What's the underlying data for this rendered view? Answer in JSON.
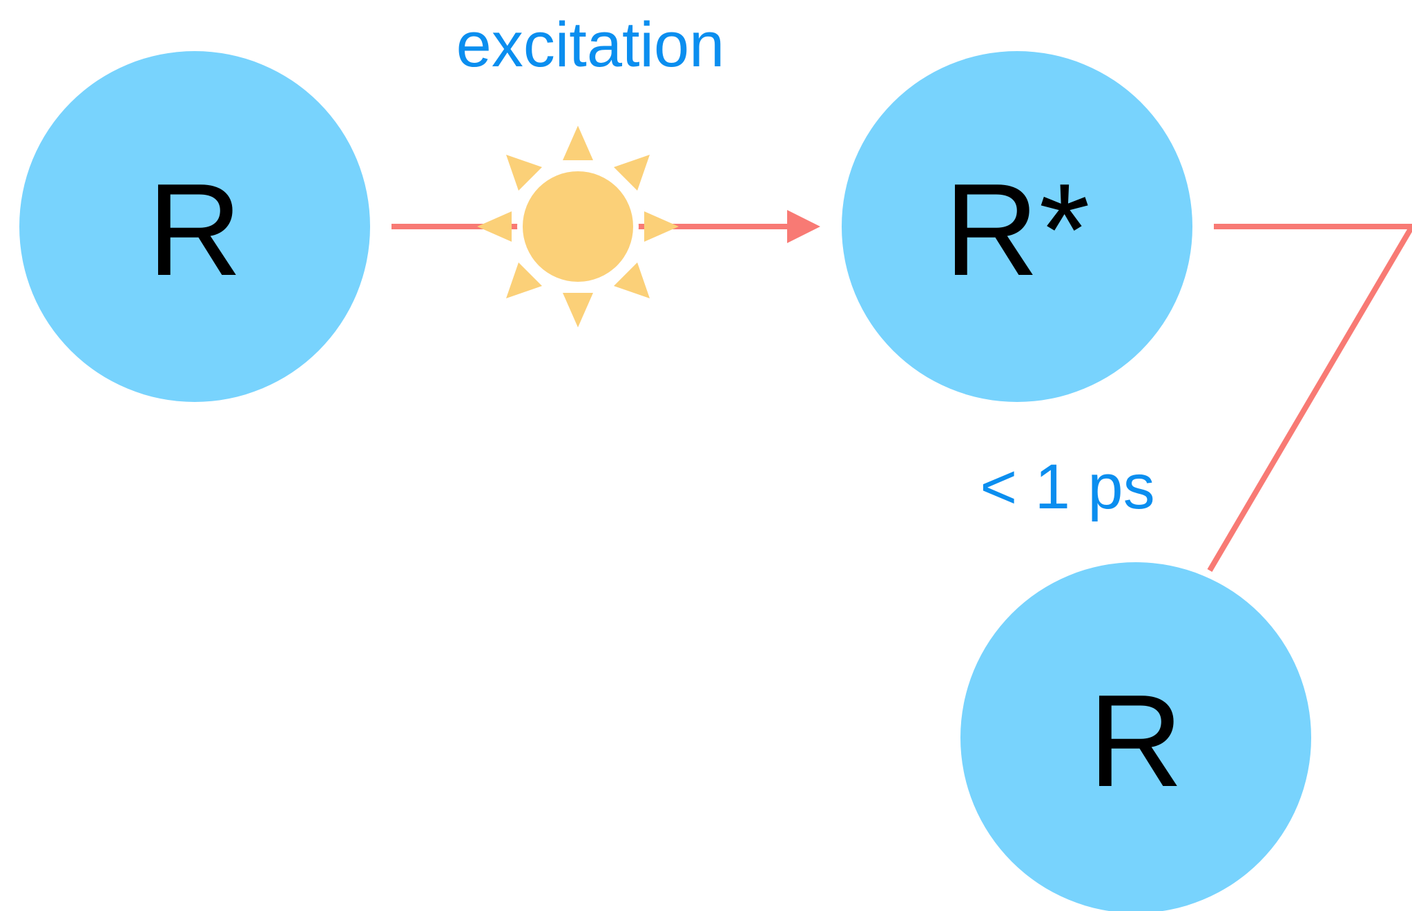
{
  "colors": {
    "node_fill": "#78d3fd",
    "arrow": "#f87a74",
    "label": "#0b8eef",
    "sun": "#fbd078",
    "text": "#000000"
  },
  "nodes": {
    "ground_initial": {
      "label": "R"
    },
    "excited": {
      "label": "R*"
    },
    "ground_final": {
      "label": "R"
    }
  },
  "edges": {
    "excitation": {
      "label": "excitation",
      "icon": "sun-icon"
    },
    "relaxation": {
      "label": "< 1 ps"
    }
  }
}
